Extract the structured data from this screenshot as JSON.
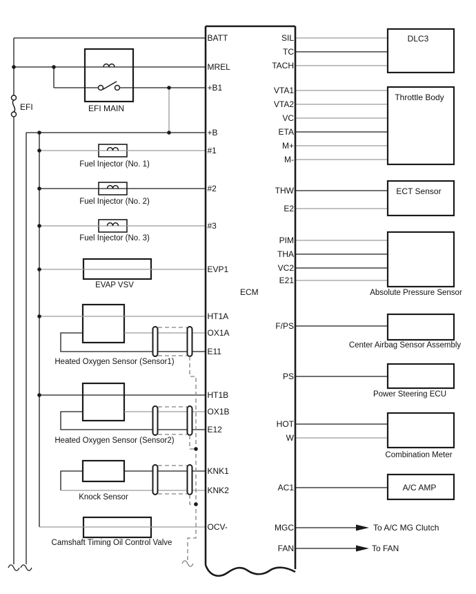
{
  "colors": {
    "background": "#ffffff",
    "wire_black": "#1a1a1a",
    "wire_gray": "#9a9a9a",
    "shield_dash": "#808080"
  },
  "ecm": {
    "label": "ECM",
    "left_pins": [
      "BATT",
      "MREL",
      "+B1",
      "+B",
      "#1",
      "#2",
      "#3",
      "EVP1",
      "HT1A",
      "OX1A",
      "E11",
      "HT1B",
      "OX1B",
      "E12",
      "KNK1",
      "KNK2",
      "OCV-"
    ],
    "right_pins": [
      "SIL",
      "TC",
      "TACH",
      "VTA1",
      "VTA2",
      "VC",
      "ETA",
      "M+",
      "M-",
      "THW",
      "E2",
      "PIM",
      "THA",
      "VC2",
      "E21",
      "F/PS",
      "PS",
      "HOT",
      "W",
      "AC1",
      "MGC",
      "FAN"
    ]
  },
  "left_components": {
    "efi_fuse": "EFI",
    "efi_main_relay": "EFI MAIN",
    "injector1": "Fuel Injector (No. 1)",
    "injector2": "Fuel Injector (No. 2)",
    "injector3": "Fuel Injector (No. 3)",
    "evap_vsv": "EVAP VSV",
    "hos1": "Heated Oxygen Sensor (Sensor1)",
    "hos2": "Heated Oxygen Sensor (Sensor2)",
    "knock": "Knock Sensor",
    "ocv": "Camshaft Timing Oil Control Valve"
  },
  "right_components": {
    "dlc3": "DLC3",
    "throttle_body": "Throttle Body",
    "ect": "ECT Sensor",
    "aps": "Absolute Pressure Sensor",
    "airbag": "Center Airbag Sensor Assembly",
    "ps_ecu": "Power Steering ECU",
    "combo_meter": "Combination Meter",
    "ac_amp": "A/C AMP",
    "mg_clutch_arrow": "To A/C MG Clutch",
    "fan_arrow": "To FAN"
  }
}
